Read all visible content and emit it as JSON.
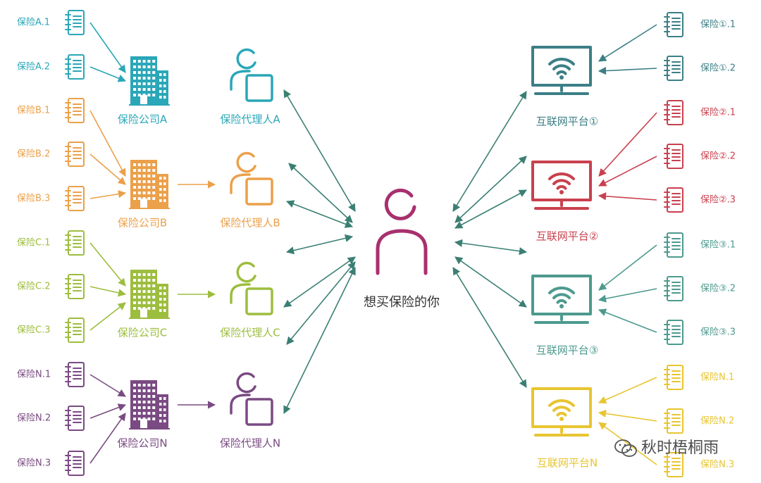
{
  "colors": {
    "teal": "#2aa7b8",
    "orange": "#eba04a",
    "lime": "#9dbd3e",
    "purple": "#7a4a82",
    "red": "#c9404e",
    "tealgray": "#3c7f86",
    "olive": "#4d9a8e",
    "yellow": "#e8c531",
    "center": "#a8306e",
    "arrow": "#3b7f73"
  },
  "center": {
    "label": "想买保险的你",
    "icon": "person-icon"
  },
  "left_groups": [
    {
      "color_key": "teal",
      "products": [
        "保险A.1",
        "保险A.2"
      ],
      "company": "保险公司A",
      "agent": "保险代理人A"
    },
    {
      "color_key": "orange",
      "products": [
        "保险B.1",
        "保险B.2",
        "保险B.3"
      ],
      "company": "保险公司B",
      "agent": "保险代理人B"
    },
    {
      "color_key": "lime",
      "products": [
        "保险C.1",
        "保险C.2",
        "保险C.3"
      ],
      "company": "保险公司C",
      "agent": "保险代理人C"
    },
    {
      "color_key": "purple",
      "products": [
        "保险N.1",
        "保险N.2",
        "保险N.3"
      ],
      "company": "保险公司N",
      "agent": "保险代理人N"
    }
  ],
  "right_groups": [
    {
      "color_key": "tealgray",
      "products": [
        "保险①.1",
        "保险①.2"
      ],
      "platform": "互联网平台①"
    },
    {
      "color_key": "red",
      "products": [
        "保险②.1",
        "保险②.2",
        "保险②.3"
      ],
      "platform": "互联网平台②"
    },
    {
      "color_key": "olive",
      "products": [
        "保险③.1",
        "保险③.2",
        "保险③.3"
      ],
      "platform": "互联网平台③"
    },
    {
      "color_key": "yellow",
      "products": [
        "保险N.1",
        "保险N.2",
        "保险N.3"
      ],
      "platform": "互联网平台N"
    }
  ],
  "watermark": {
    "text": "秋时梧桐雨",
    "icon": "wechat-icon"
  }
}
